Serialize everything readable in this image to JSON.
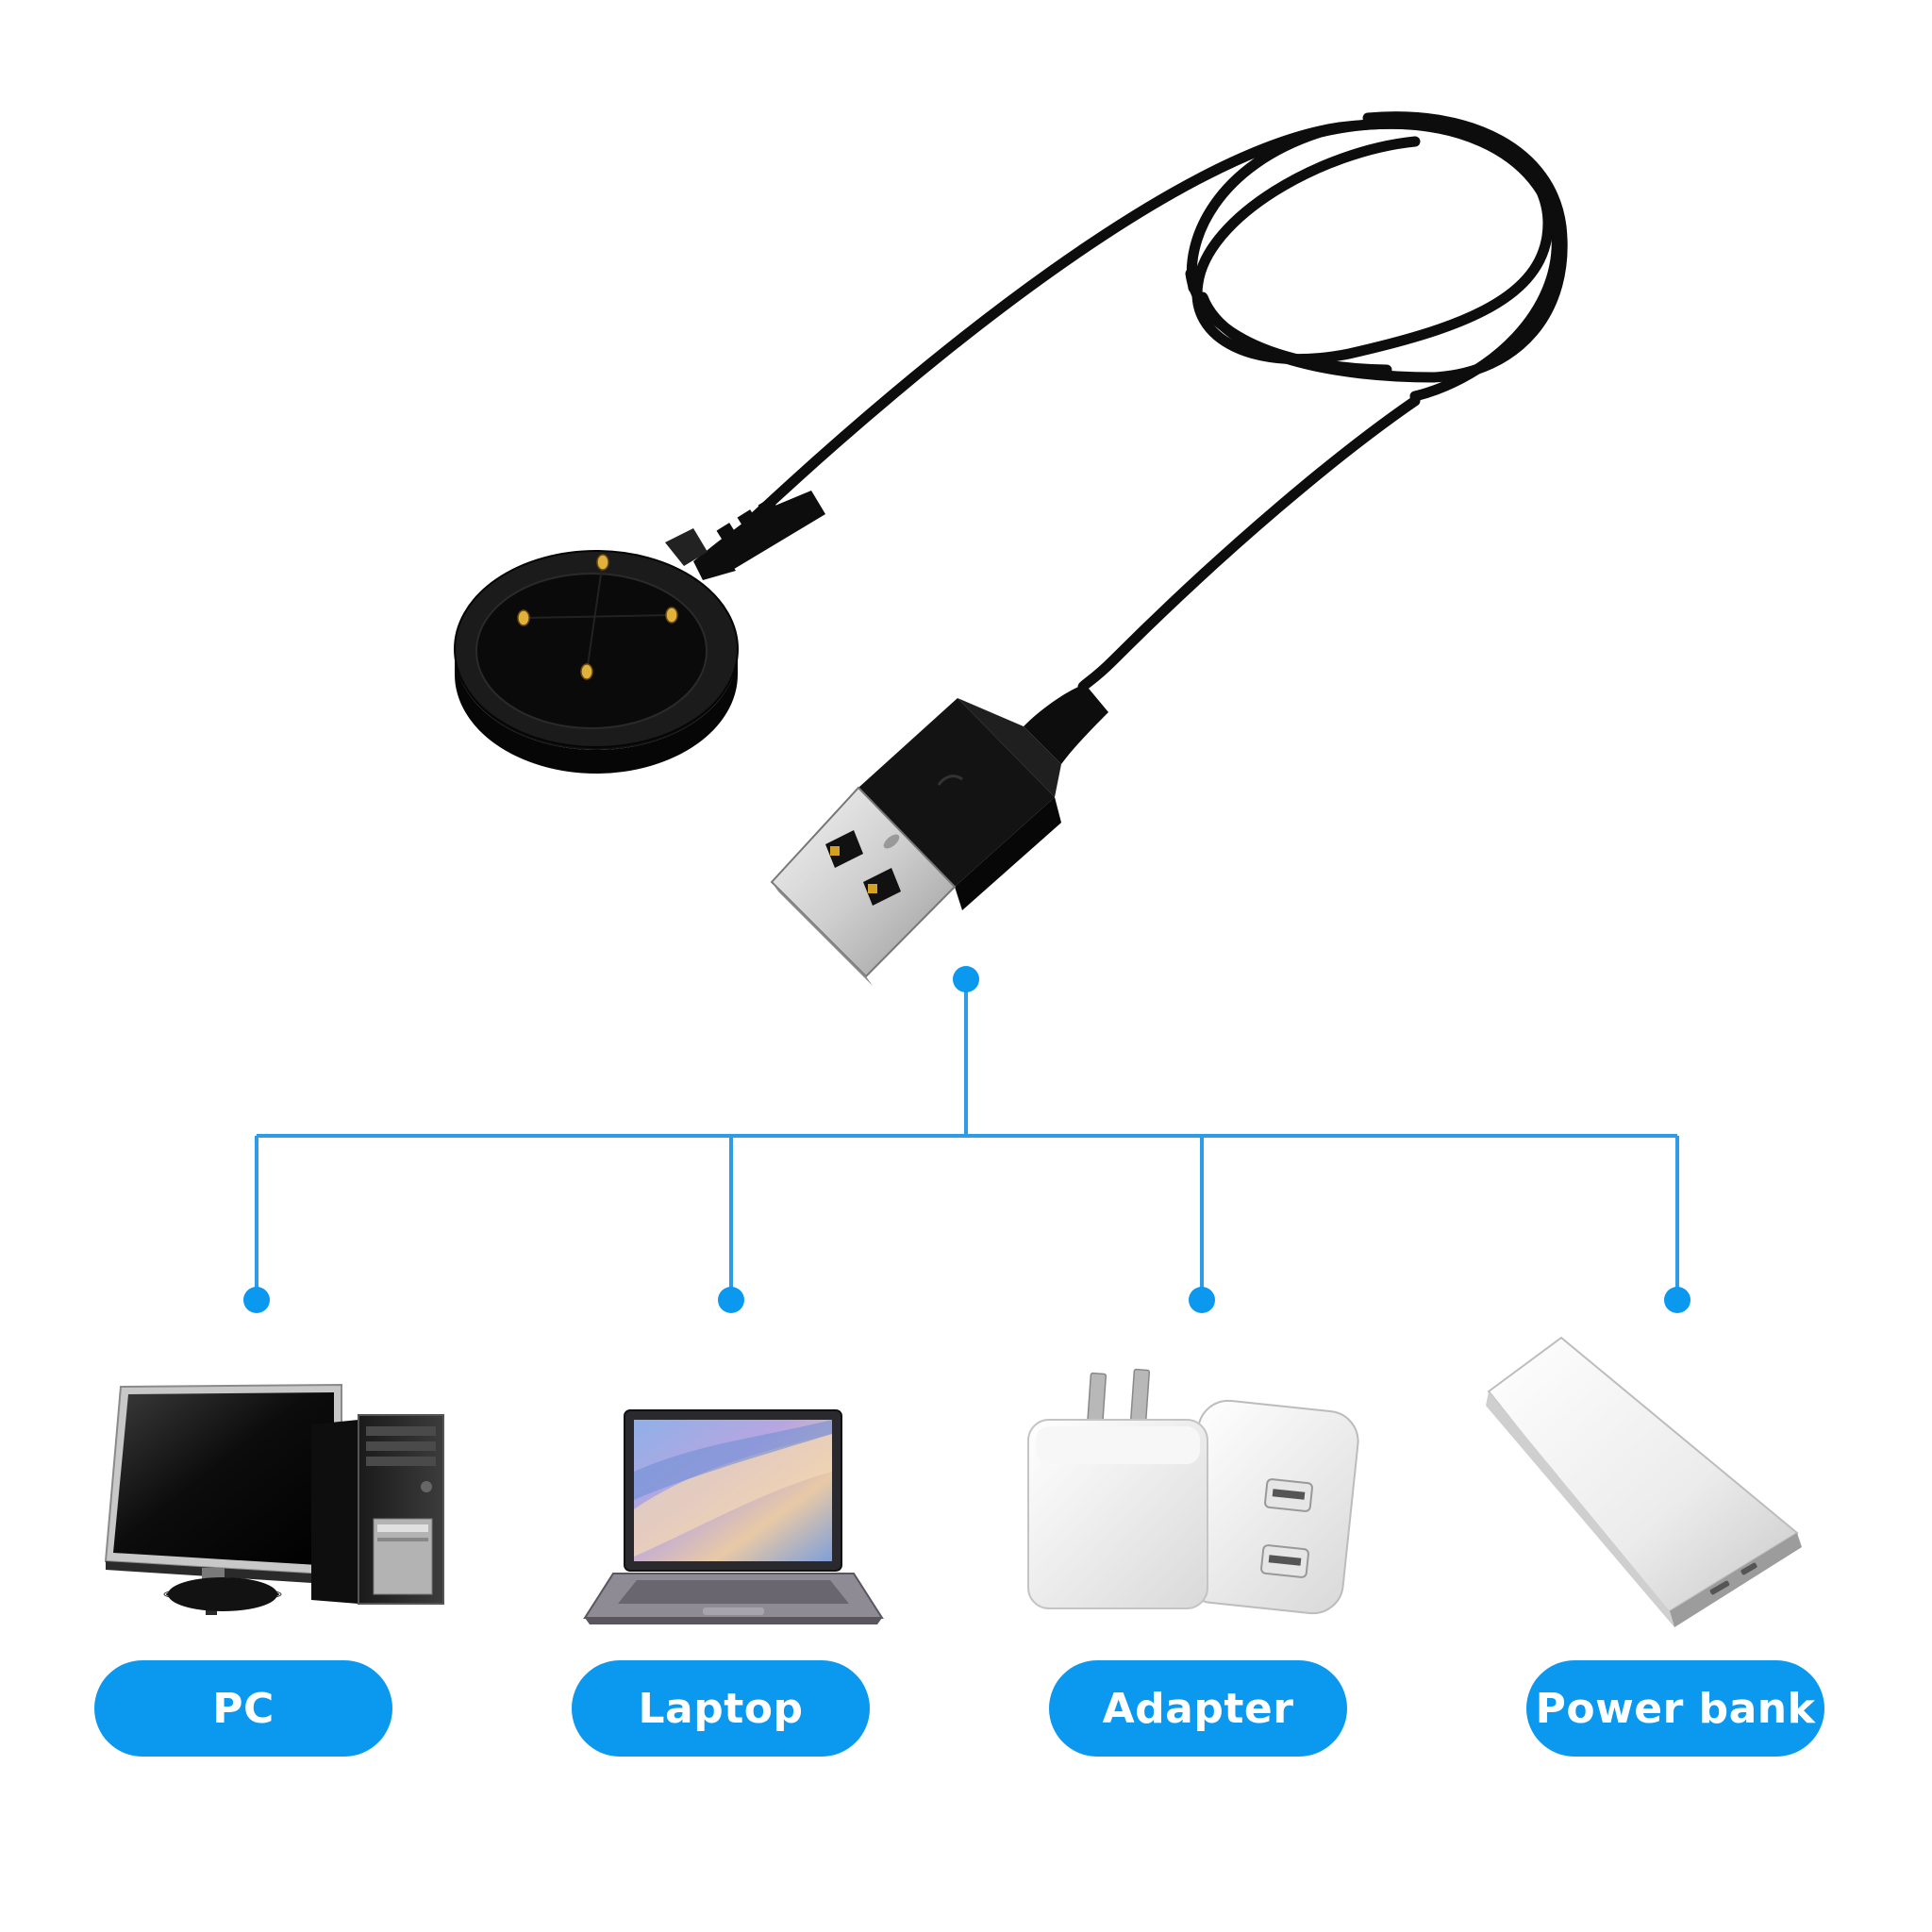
{
  "colors": {
    "accent": "#0b98ef",
    "connector_line": "#2e9be6",
    "cable": "#0d0d0d",
    "pin": "#e0b23c",
    "background": "#ffffff"
  },
  "product": {
    "cable_icon": "magnetic-charging-cable-icon",
    "usb_icon": "usb-a-plug-icon"
  },
  "devices": [
    {
      "label": "PC",
      "icon": "desktop-pc-icon"
    },
    {
      "label": "Laptop",
      "icon": "laptop-icon"
    },
    {
      "label": "Adapter",
      "icon": "usb-wall-adapter-icon"
    },
    {
      "label": "Power bank",
      "icon": "power-bank-icon"
    }
  ]
}
